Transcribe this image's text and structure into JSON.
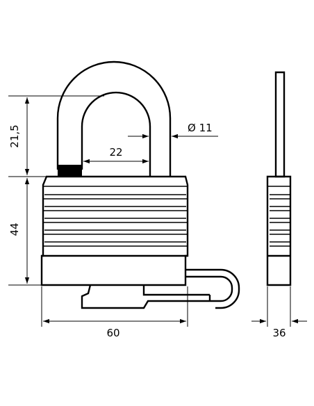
{
  "dimensions": {
    "shackle_height": "21,5",
    "shackle_inner_width": "22",
    "shackle_diameter": "Ø 11",
    "body_height": "44",
    "body_width": "60",
    "body_depth": "36"
  }
}
